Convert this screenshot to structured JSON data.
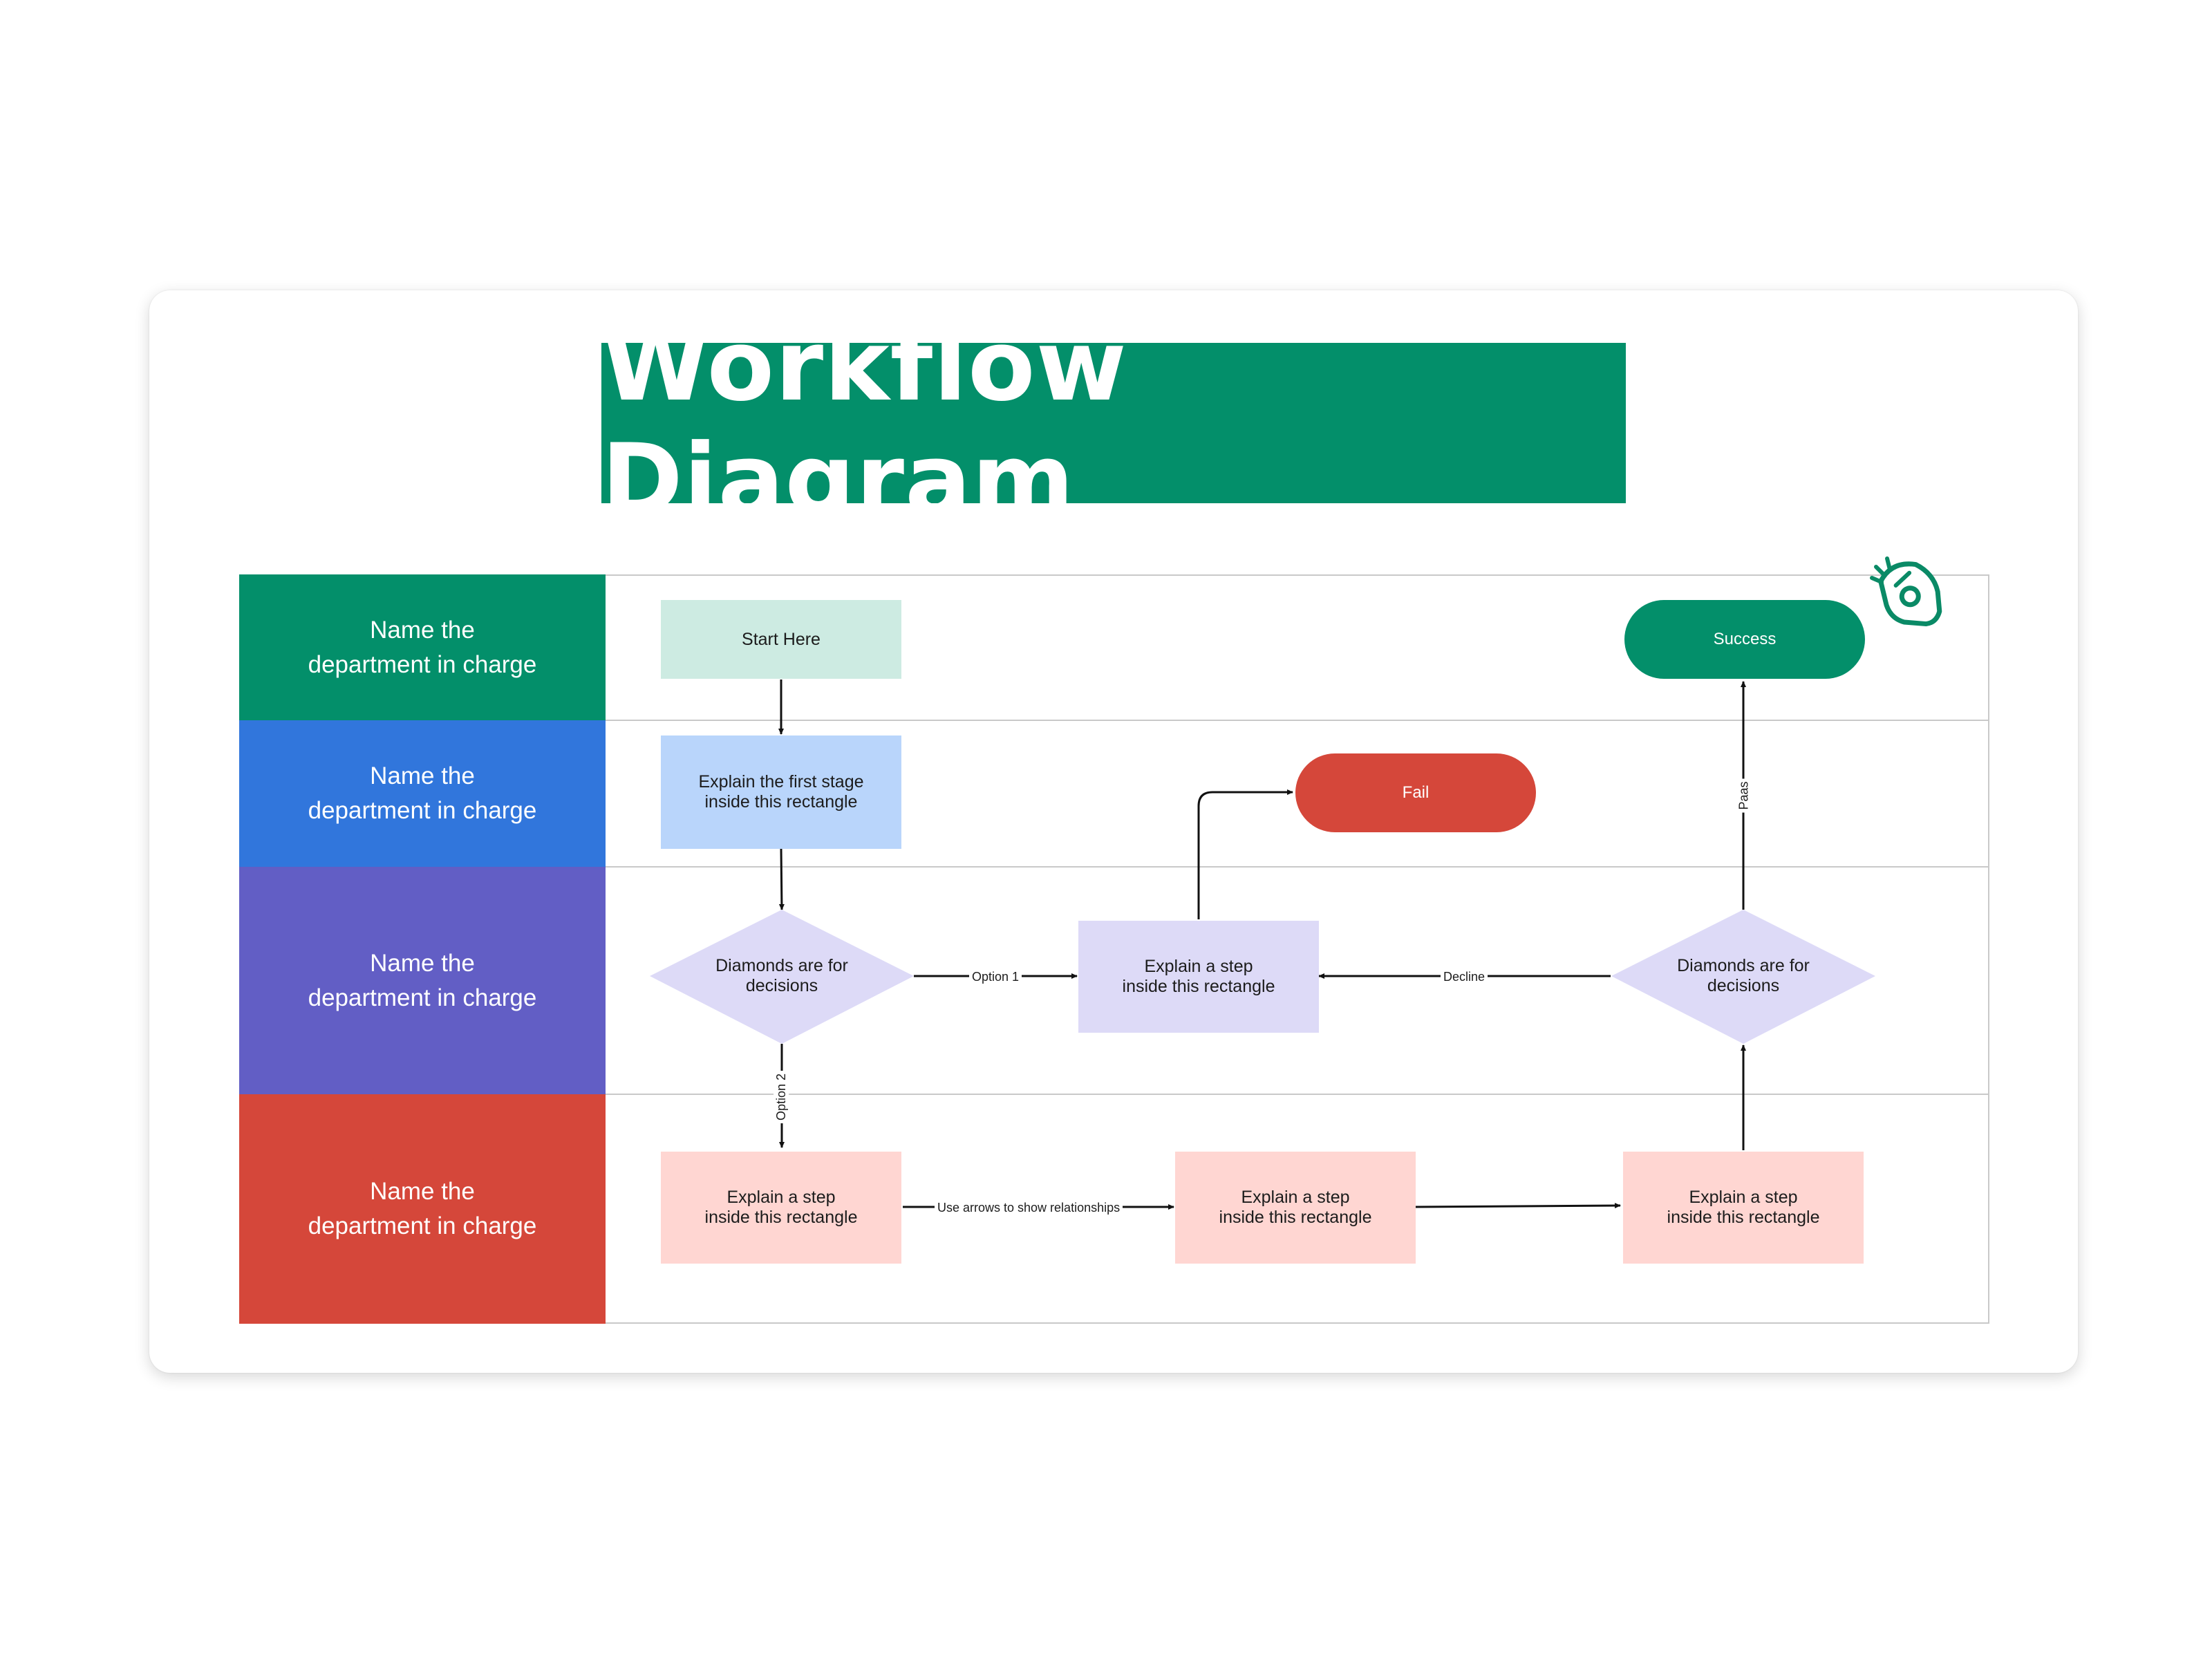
{
  "title": "Workflow Diagram",
  "colors": {
    "title_bg": "#038f6a",
    "lane1": "#038f6a",
    "lane2": "#3176dc",
    "lane3": "#625ec5",
    "lane4": "#d5473a",
    "start_box": "#cdebe2",
    "stage_box": "#b9d5fb",
    "purple_box": "#dddaf7",
    "pink_box": "#ffd6d2",
    "success": "#038f6a",
    "fail": "#d5473a"
  },
  "lanes": [
    {
      "label": "Name the\ndepartment in charge"
    },
    {
      "label": "Name the\ndepartment in charge"
    },
    {
      "label": "Name the\ndepartment in charge"
    },
    {
      "label": "Name the\ndepartment in charge"
    }
  ],
  "nodes": {
    "start": "Start Here",
    "first_stage": "Explain the first stage\ninside this rectangle",
    "decision_left": "Diamonds are for\ndecisions",
    "step_middle": "Explain a step\ninside this rectangle",
    "fail": "Fail",
    "decision_right": "Diamonds are for\ndecisions",
    "success": "Success",
    "step_bottom_1": "Explain a step\ninside this rectangle",
    "step_bottom_2": "Explain a step\ninside this rectangle",
    "step_bottom_3": "Explain a step\ninside this rectangle"
  },
  "connectors": {
    "option1": "Option 1",
    "option2": "Option 2",
    "decline": "Decline",
    "pass": "Paas",
    "relationships": "Use arrows to show relationships"
  },
  "icons": {
    "badge": "gesture-hand-icon"
  }
}
